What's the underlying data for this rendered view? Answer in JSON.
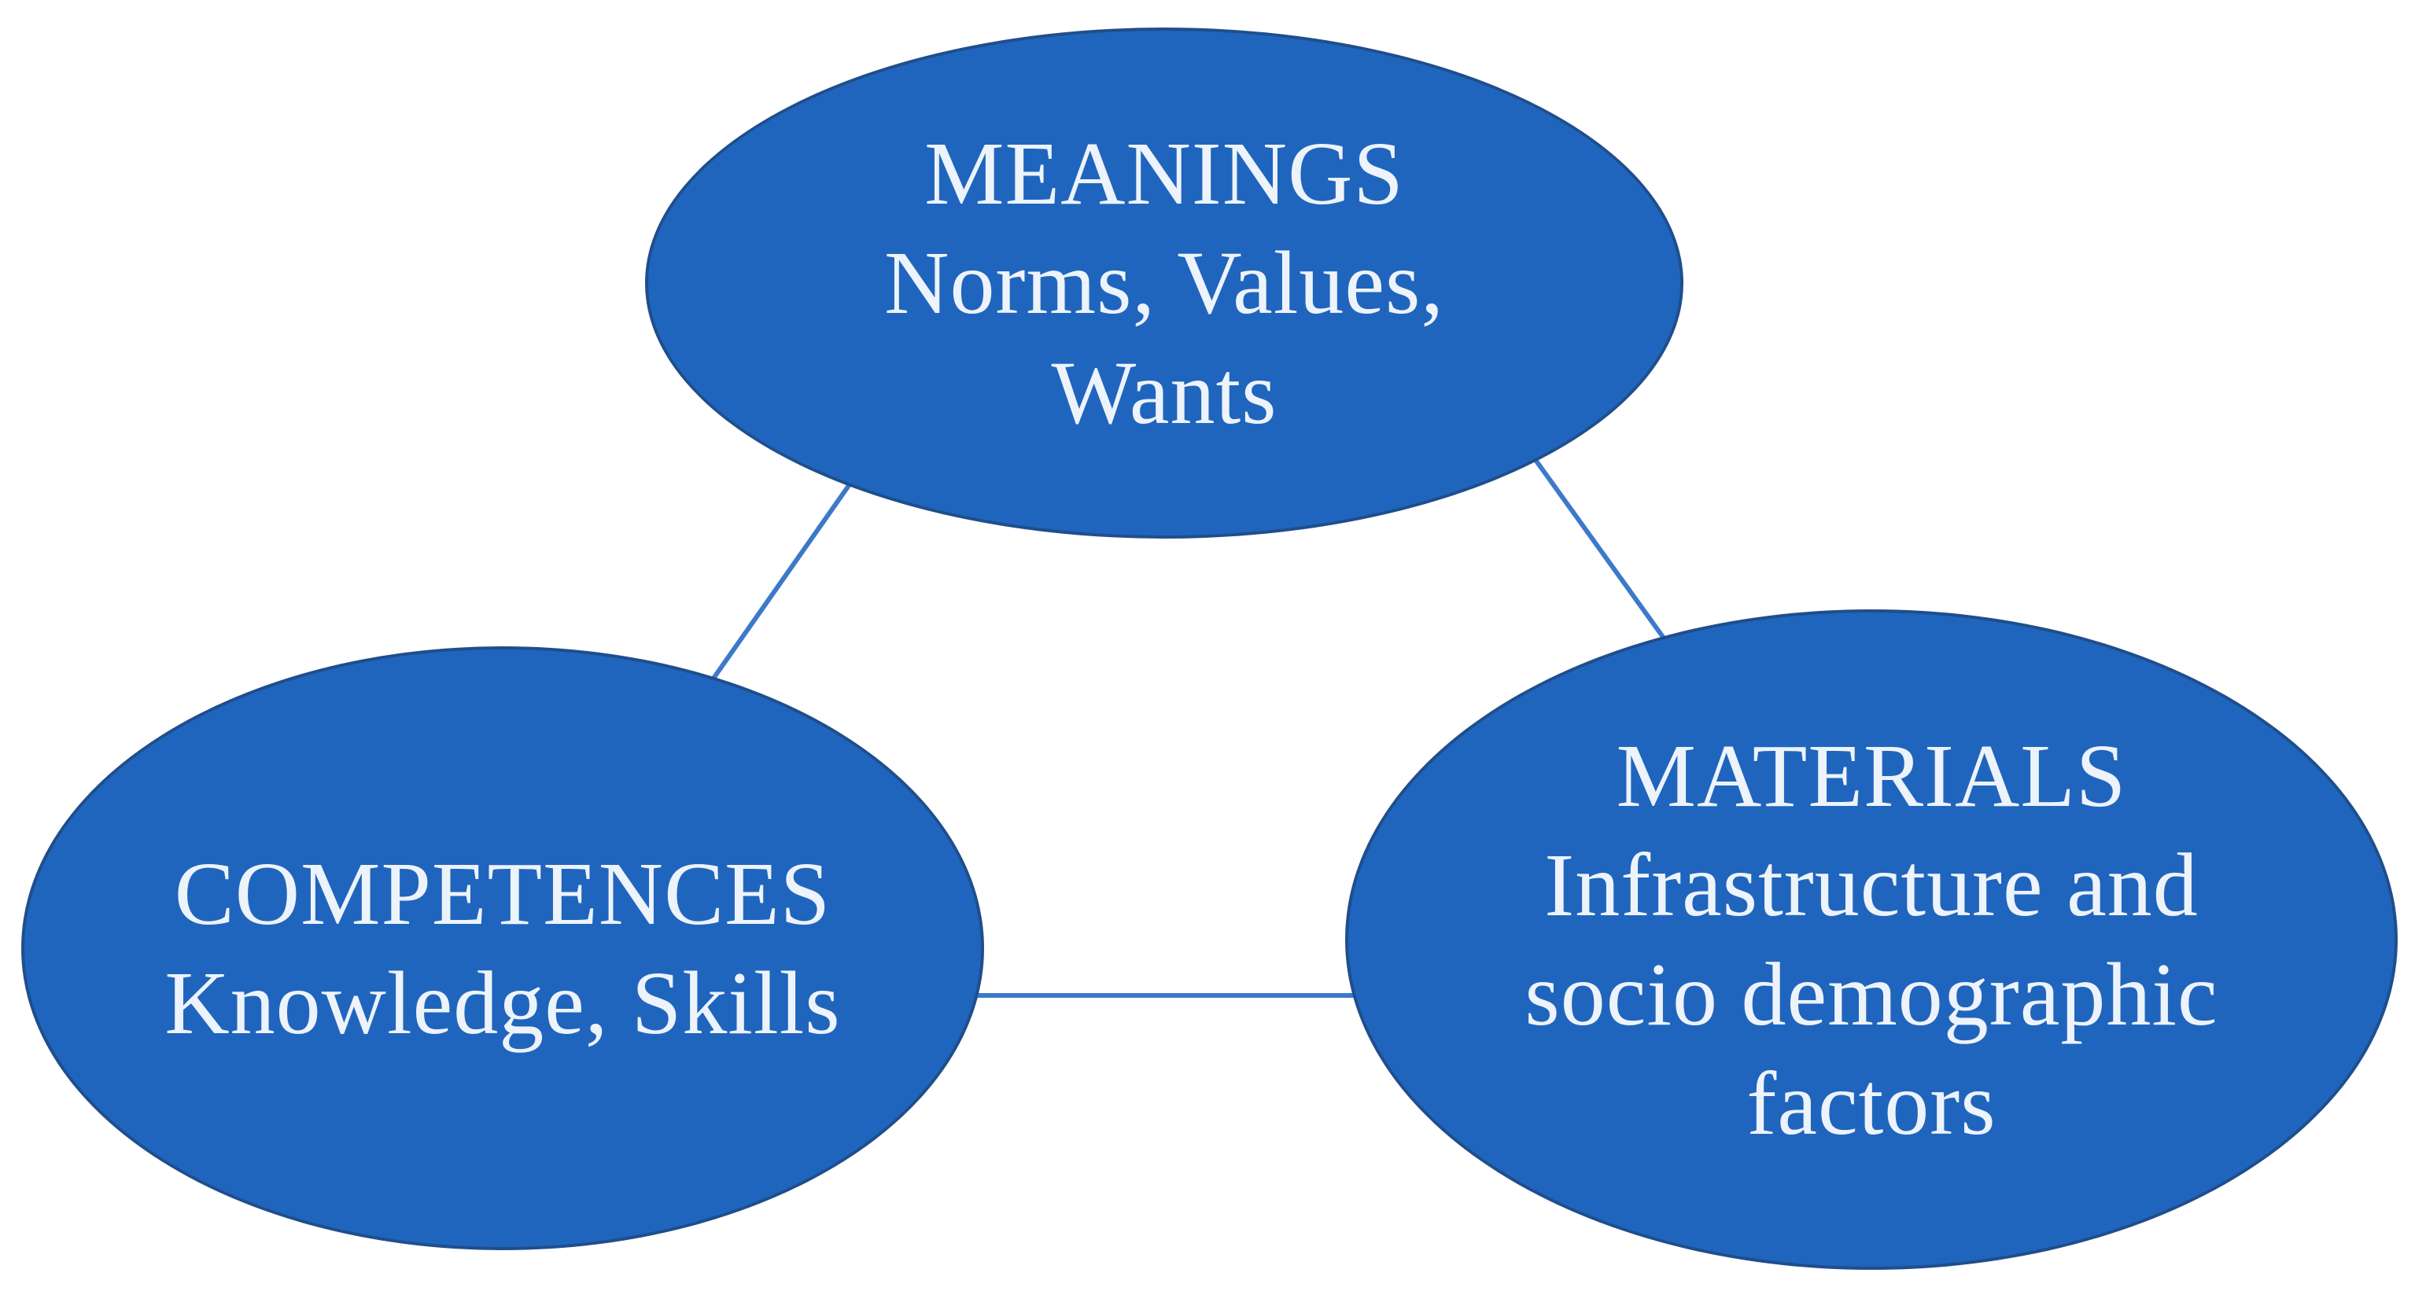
{
  "diagram": {
    "description": "Three blue ellipses connected by lines forming a triangle (social practice theory elements)",
    "background": "#ffffff",
    "colors": {
      "ellipse_fill": "#2065bd",
      "ellipse_border": "#1f4e8c",
      "connector": "#3d79ca",
      "text": "#edf3fa"
    },
    "nodes": [
      {
        "id": "meanings",
        "title": "MEANINGS",
        "lines": [
          "Norms, Values,",
          "Wants"
        ],
        "position": "top-center"
      },
      {
        "id": "competences",
        "title": "COMPETENCES",
        "lines": [
          "Knowledge, Skills"
        ],
        "position": "bottom-left"
      },
      {
        "id": "materials",
        "title": "MATERIALS",
        "lines": [
          "Infrastructure and",
          "socio demographic",
          "factors"
        ],
        "position": "bottom-right"
      }
    ],
    "connectors": [
      {
        "from": "meanings",
        "to": "competences"
      },
      {
        "from": "meanings",
        "to": "materials"
      },
      {
        "from": "competences",
        "to": "materials"
      }
    ]
  }
}
